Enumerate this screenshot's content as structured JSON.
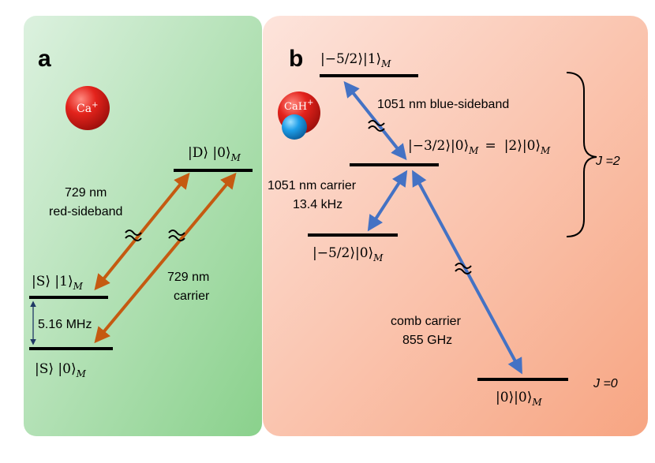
{
  "panel_a": {
    "letter": "a",
    "ion": "Ca",
    "ion_charge": "+",
    "levels": {
      "d0": "|D⟩ |0⟩",
      "s1": "|S⟩ |1⟩",
      "s0": "|S⟩ |0⟩",
      "subscript": "M"
    },
    "transitions": {
      "red_sideband_line1": "729 nm",
      "red_sideband_line2": "red-sideband",
      "carrier_line1": "729 nm",
      "carrier_line2": "carrier"
    },
    "splitting": "5.16 MHz"
  },
  "panel_b": {
    "letter": "b",
    "ion": "CaH",
    "ion_charge": "+",
    "levels": {
      "top": "|−5/2⟩|1⟩",
      "mid": "|−3/2⟩|0⟩",
      "mid_eq": "=",
      "mid_right": "|2⟩|0⟩",
      "low": "|−5/2⟩|0⟩",
      "ground": "|0⟩|0⟩",
      "subscript": "M"
    },
    "transitions": {
      "blue_sideband": "1051 nm blue-sideband",
      "carrier_line1": "1051 nm carrier",
      "carrier_line2": "13.4 kHz",
      "comb_line1": "comb carrier",
      "comb_line2": "855 GHz"
    },
    "j_labels": {
      "j2": "J =2",
      "j0": "J =0"
    }
  },
  "colors": {
    "panel_a_top": "#d9f0dc",
    "panel_a_bottom": "#8fd391",
    "panel_b_top": "#fde0d8",
    "panel_b_bottom": "#f8aa88",
    "orange_arrow": "#c55a11",
    "blue_arrow": "#4472c4",
    "ion_red": "#e0201b",
    "ion_blue": "#1e9ee8",
    "splitting_arrow": "#1f3864"
  }
}
